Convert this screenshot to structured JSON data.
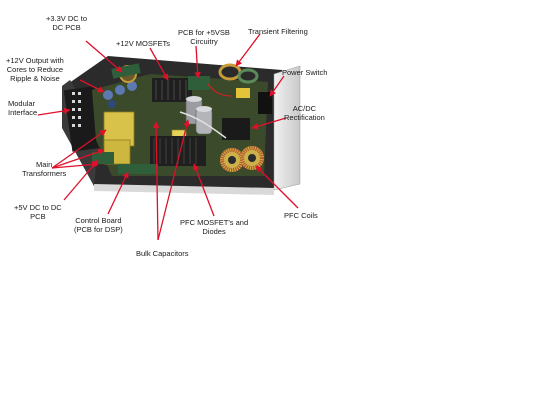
{
  "labels": {
    "dc33": "+3.3V DC to\nDC PCB",
    "mosfet12": "+12V MOSFETs",
    "pcb5vsb": "PCB for +5VSB\nCircuitry",
    "transient": "Transient Filtering",
    "out12": "+12V Output with\nCores to Reduce\nRipple & Noise",
    "power_switch": "Power Switch",
    "modular": "Modular\nInterface",
    "acdc": "AC/DC\nRectification",
    "main_tx": "Main\nTransformers",
    "dc5": "+5V DC to DC\nPCB",
    "control": "Control Board\n(PCB for DSP)",
    "pfc_mosfet": "PFC MOSFET's and\nDiodes",
    "pfc_coils": "PFC Coils",
    "bulk_caps": "Bulk Capacitors"
  },
  "colors": {
    "arrow": "#e0102a",
    "chassis": "#2b2b2b",
    "chassis_edge": "#d9d9d9",
    "pcb": "#3a4a2a",
    "transformer": "#d8c24a",
    "heatsink": "#1f1f1f",
    "capacitor": "#9a9ca0",
    "coil_copper": "#b5552a",
    "coil_core": "#ccb04a"
  }
}
